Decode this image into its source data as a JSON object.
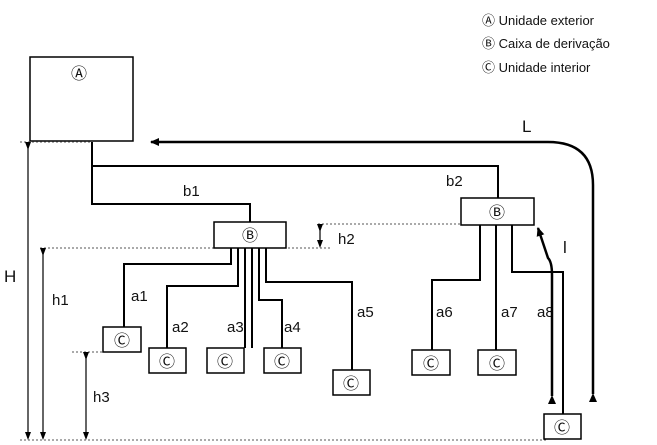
{
  "legend": {
    "a": "Ⓐ Unidade exterior",
    "b": "Ⓑ Caixa de derivação",
    "c": "Ⓒ Unidade interior"
  },
  "symbols": {
    "outdoor": "Ⓐ",
    "branch": "Ⓑ",
    "indoor": "Ⓒ"
  },
  "pipes": {
    "b1": "b1",
    "b2": "b2",
    "a1": "a1",
    "a2": "a2",
    "a3": "a3",
    "a4": "a4",
    "a5": "a5",
    "a6": "a6",
    "a7": "a7",
    "a8": "a8"
  },
  "dims": {
    "L": "L",
    "l": "l",
    "H": "H",
    "h1": "h1",
    "h2": "h2",
    "h3": "h3"
  },
  "colors": {
    "line": "#000000",
    "dotted": "#555555",
    "background": "#ffffff"
  }
}
